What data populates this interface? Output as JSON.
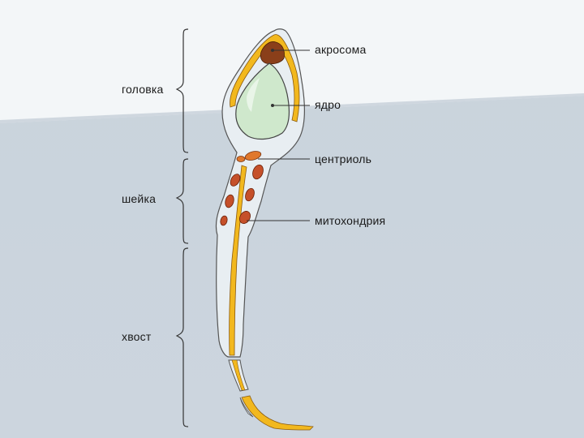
{
  "diagram": {
    "sections": {
      "head": "головка",
      "neck": "шейка",
      "tail": "хвост"
    },
    "parts": {
      "acrosome": "акросома",
      "nucleus": "ядро",
      "centriole": "центриоль",
      "mitochondria": "митохондрия"
    },
    "colors": {
      "background": "#cbd4dd",
      "membrane": "#e8eef2",
      "nucleus": "#cfe8cc",
      "acrosome": "#8a3f1a",
      "axoneme": "#f2b81e",
      "mitochondrion": "#c5502a"
    }
  }
}
